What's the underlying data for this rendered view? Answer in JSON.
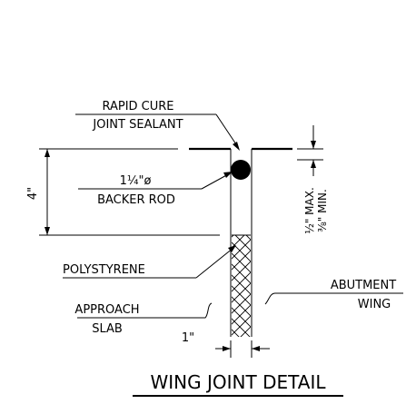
{
  "labels": {
    "sealant_line1": "RAPID CURE",
    "sealant_line2": "JOINT SEALANT",
    "rod_size": "1¼\"ø",
    "rod_name": "BACKER ROD",
    "depth": "4\"",
    "polystyrene": "POLYSTYRENE",
    "approach_line1": "APPROACH",
    "approach_line2": "SLAB",
    "abutment_line1": "ABUTMENT",
    "abutment_line2": "WING",
    "gap_max": "½\" MAX.",
    "gap_min": "⅜\" MIN.",
    "joint_width": "1\"",
    "title": "WING JOINT DETAIL"
  }
}
